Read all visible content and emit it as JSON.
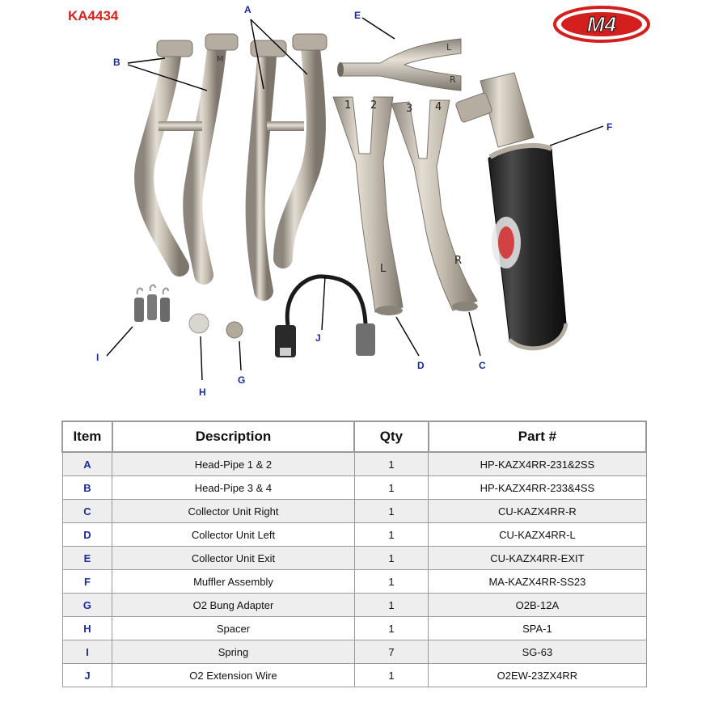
{
  "kit_number": "KA4434",
  "brand": {
    "logo_text": "M4",
    "colors": {
      "red": "#d41f1f",
      "black": "#111111"
    }
  },
  "callouts": {
    "A": "A",
    "B": "B",
    "C": "C",
    "D": "D",
    "E": "E",
    "F": "F",
    "G": "G",
    "H": "H",
    "I": "I",
    "J": "J"
  },
  "pipe_marks": {
    "one": "1",
    "two": "2",
    "three": "3",
    "four": "4",
    "left": "L",
    "right": "R"
  },
  "table": {
    "headers": {
      "item": "Item",
      "description": "Description",
      "qty": "Qty",
      "part": "Part #"
    },
    "rows": [
      {
        "item": "A",
        "description": "Head-Pipe 1 & 2",
        "qty": "1",
        "part": "HP-KAZX4RR-231&2SS"
      },
      {
        "item": "B",
        "description": "Head-Pipe 3 & 4",
        "qty": "1",
        "part": "HP-KAZX4RR-233&4SS"
      },
      {
        "item": "C",
        "description": "Collector Unit Right",
        "qty": "1",
        "part": "CU-KAZX4RR-R"
      },
      {
        "item": "D",
        "description": "Collector Unit Left",
        "qty": "1",
        "part": "CU-KAZX4RR-L"
      },
      {
        "item": "E",
        "description": "Collector Unit Exit",
        "qty": "1",
        "part": "CU-KAZX4RR-EXIT"
      },
      {
        "item": "F",
        "description": "Muffler Assembly",
        "qty": "1",
        "part": "MA-KAZX4RR-SS23"
      },
      {
        "item": "G",
        "description": "O2 Bung Adapter",
        "qty": "1",
        "part": "O2B-12A"
      },
      {
        "item": "H",
        "description": "Spacer",
        "qty": "1",
        "part": "SPA-1"
      },
      {
        "item": "I",
        "description": "Spring",
        "qty": "7",
        "part": "SG-63"
      },
      {
        "item": "J",
        "description": "O2 Extension Wire",
        "qty": "1",
        "part": "O2EW-23ZX4RR"
      }
    ]
  }
}
